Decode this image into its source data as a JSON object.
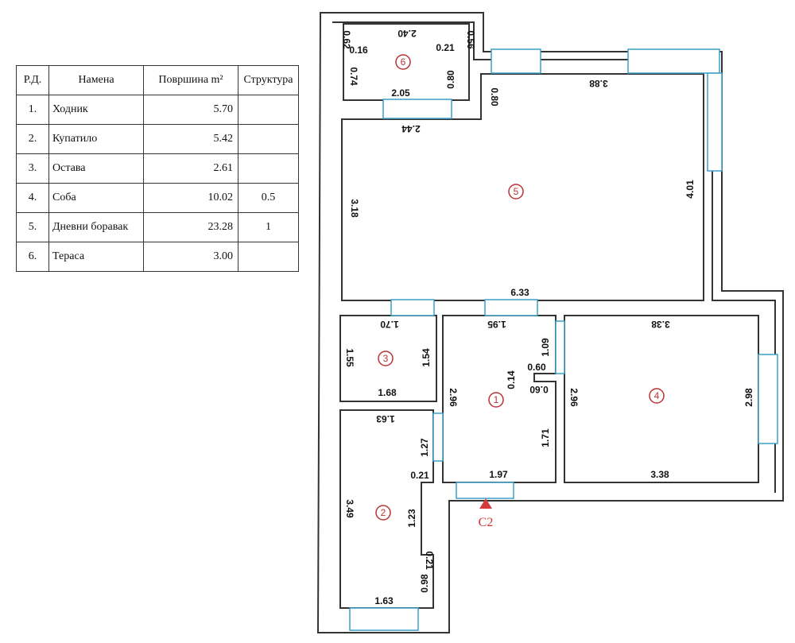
{
  "table": {
    "headers": [
      "Р.Д.",
      "Намена",
      "Површина m²",
      "Структура"
    ],
    "rows": [
      {
        "num": "1.",
        "name": "Ходник",
        "area": "5.70",
        "struct": ""
      },
      {
        "num": "2.",
        "name": "Купатило",
        "area": "5.42",
        "struct": ""
      },
      {
        "num": "3.",
        "name": "Остава",
        "area": "2.61",
        "struct": ""
      },
      {
        "num": "4.",
        "name": "Соба",
        "area": "10.02",
        "struct": "0.5"
      },
      {
        "num": "5.",
        "name": "Дневни боравак",
        "area": "23.28",
        "struct": "1"
      },
      {
        "num": "6.",
        "name": "Тераса",
        "area": "3.00",
        "struct": ""
      }
    ]
  },
  "plan": {
    "rooms": [
      {
        "id": "1",
        "label": "1"
      },
      {
        "id": "2",
        "label": "2"
      },
      {
        "id": "3",
        "label": "3"
      },
      {
        "id": "4",
        "label": "4"
      },
      {
        "id": "5",
        "label": "5"
      },
      {
        "id": "6",
        "label": "6"
      }
    ],
    "dimensions": {
      "r6_top": "2.40",
      "r6_left1": "0.62",
      "r6_left2": "0.16",
      "r6_right1": "0.56",
      "r6_right2": "0.21",
      "r6_left3": "0.74",
      "r6_right3": "0.80",
      "r6_bottom": "2.05",
      "r5_step": "0.80",
      "r5_top_right": "3.88",
      "r5_top_left": "2.44",
      "r5_left": "3.18",
      "r5_right": "4.01",
      "r5_bottom": "6.33",
      "r3_top": "1.70",
      "r3_left": "1.55",
      "r3_right": "1.54",
      "r3_bottom": "1.68",
      "r1_top": "1.95",
      "r1_right1": "1.09",
      "r1_notch1": "0.60",
      "r1_notch2": "0.14",
      "r1_notch3": "0.60",
      "r1_left": "2.96",
      "r1_right2": "1.71",
      "r1_bottom": "1.97",
      "r4_top": "3.38",
      "r4_left": "2.96",
      "r4_right": "2.98",
      "r4_bottom": "3.38",
      "r2_top": "1.63",
      "r2_right1": "1.27",
      "r2_right2": "0.21",
      "r2_left": "3.49",
      "r2_right3": "1.23",
      "r2_right4": "0.21",
      "r2_right5": "0.98",
      "r2_bottom": "1.63"
    },
    "entrance_label": "C2"
  },
  "colors": {
    "window": "#3aa0c8",
    "marker": "#b33333"
  }
}
